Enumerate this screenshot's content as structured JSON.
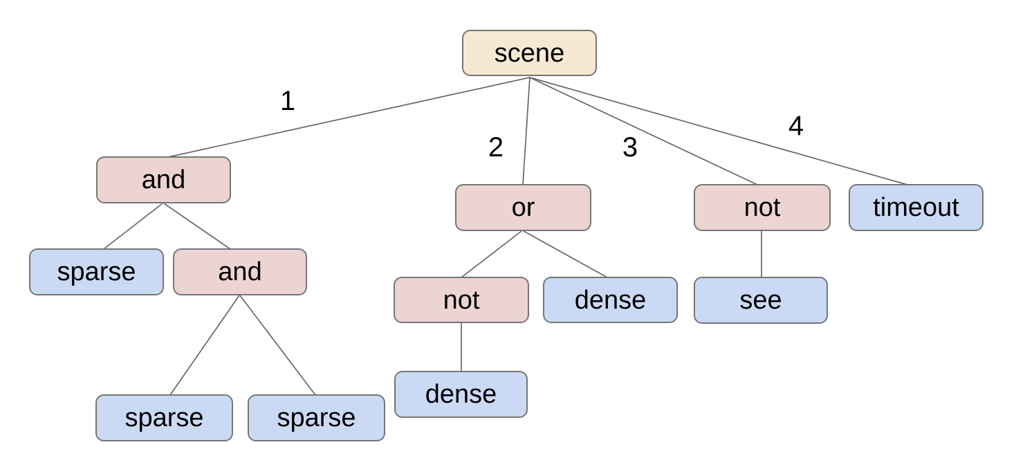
{
  "diagram": {
    "kind": "tree",
    "background": "#ffffff",
    "palette": {
      "root": "#f6e8d2",
      "operator": "#ecd4d2",
      "leaf": "#cbdaf4",
      "border": "#757575",
      "line": "#666666",
      "text": "#000000"
    },
    "root": {
      "label": "scene",
      "children": [
        {
          "edge": "1",
          "label": "and",
          "children": [
            {
              "label": "sparse"
            },
            {
              "label": "and",
              "children": [
                {
                  "label": "sparse"
                },
                {
                  "label": "sparse"
                }
              ]
            }
          ]
        },
        {
          "edge": "2",
          "label": "or",
          "children": [
            {
              "label": "not",
              "children": [
                {
                  "label": "dense"
                }
              ]
            },
            {
              "label": "dense"
            }
          ]
        },
        {
          "edge": "3",
          "label": "not",
          "children": [
            {
              "label": "see"
            }
          ]
        },
        {
          "edge": "4",
          "label": "timeout"
        }
      ]
    }
  }
}
